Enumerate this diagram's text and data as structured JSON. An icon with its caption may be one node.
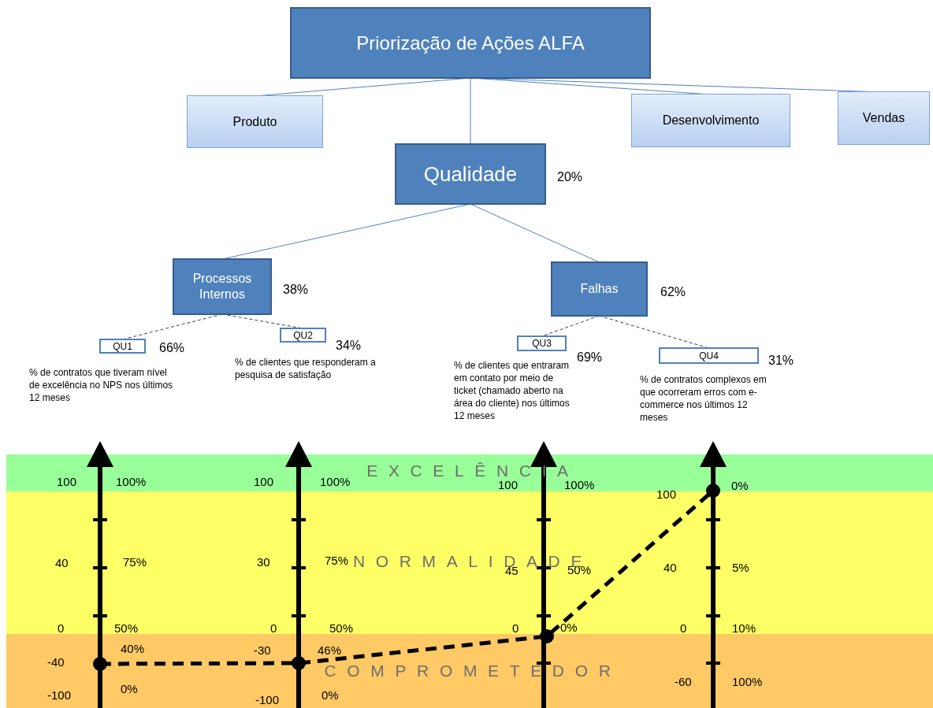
{
  "diagram": {
    "nodes": [
      {
        "text": [
          "Priorização de Ações ALFA"
        ]
      },
      {
        "text": [
          "Produto"
        ]
      },
      {
        "text": [
          "Desenvolvimento"
        ]
      },
      {
        "text": [
          "Vendas"
        ]
      },
      {
        "text": [
          "Qualidade"
        ],
        "beside": [
          "20%"
        ]
      },
      {
        "text": [
          "Processos Internos"
        ],
        "beside": [
          "38%"
        ]
      },
      {
        "text": [
          "Falhas"
        ],
        "beside": [
          "62%"
        ]
      },
      {
        "text": [
          "QU1"
        ],
        "beside": [
          "66%",
          "% de contratos que tiveram nível de excelência no NPS nos últimos 12 meses"
        ]
      },
      {
        "text": [
          "QU2"
        ],
        "beside": [
          "34%",
          "% de clientes que responderam a pesquisa de satisfação"
        ]
      },
      {
        "text": [
          "QU3"
        ],
        "beside": [
          "69%",
          "% de clientes que entraram em contato por meio de ticket (chamado aberto na área do cliente) nos últimos 12 meses"
        ]
      },
      {
        "text": [
          "QU4"
        ],
        "beside": [
          "31%",
          "% de contratos complexos em que ocorreram erros com e-commerce nos últimos 12 meses"
        ]
      }
    ],
    "edges": [
      {
        "from": 0,
        "to": 1,
        "arrow": "none"
      },
      {
        "from": 0,
        "to": 2,
        "arrow": "none"
      },
      {
        "from": 0,
        "to": 3,
        "arrow": "none"
      },
      {
        "from": 0,
        "to": 4,
        "arrow": "none"
      },
      {
        "from": 4,
        "to": 5,
        "arrow": "none"
      },
      {
        "from": 4,
        "to": 6,
        "arrow": "none"
      },
      {
        "from": 5,
        "to": 7,
        "arrow": "none",
        "style": "dashed",
        "color": "#404040"
      },
      {
        "from": 5,
        "to": 8,
        "arrow": "none",
        "style": "dashed",
        "color": "#404040"
      },
      {
        "from": 6,
        "to": 9,
        "arrow": "none",
        "style": "dashed",
        "color": "#404040"
      },
      {
        "from": 6,
        "to": 10,
        "arrow": "none",
        "style": "dashed",
        "color": "#404040"
      }
    ],
    "labels": [
      "EXCELÊNCIA",
      "100",
      "100%",
      "40",
      "75%",
      "0",
      "50%",
      "-40",
      "40%",
      "-100",
      "0%",
      "100",
      "100%",
      "30",
      "75%",
      "0",
      "50%",
      "-30",
      "46%",
      "-100",
      "0%",
      "100",
      "100%",
      "45",
      "50%",
      "0",
      "0%",
      "100",
      "0%",
      "40",
      "5%",
      "0",
      "10%",
      "-60",
      "100%",
      "NORMALIDADE",
      "COMPROMETEDOR"
    ]
  }
}
